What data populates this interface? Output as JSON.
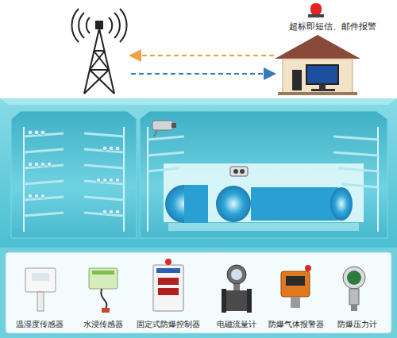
{
  "diagram": {
    "nodes": [
      {
        "text": [
          "超标即短信、邮件报警"
        ]
      },
      {
        "text": [
          "温湿度传感器"
        ]
      },
      {
        "text": [
          "水浸传感器"
        ]
      },
      {
        "text": [
          "固定式防爆控制器"
        ]
      },
      {
        "text": [
          "电磁流量计"
        ]
      },
      {
        "text": [
          "防爆气体报警器"
        ]
      },
      {
        "text": [
          "防爆压力计"
        ]
      }
    ]
  }
}
